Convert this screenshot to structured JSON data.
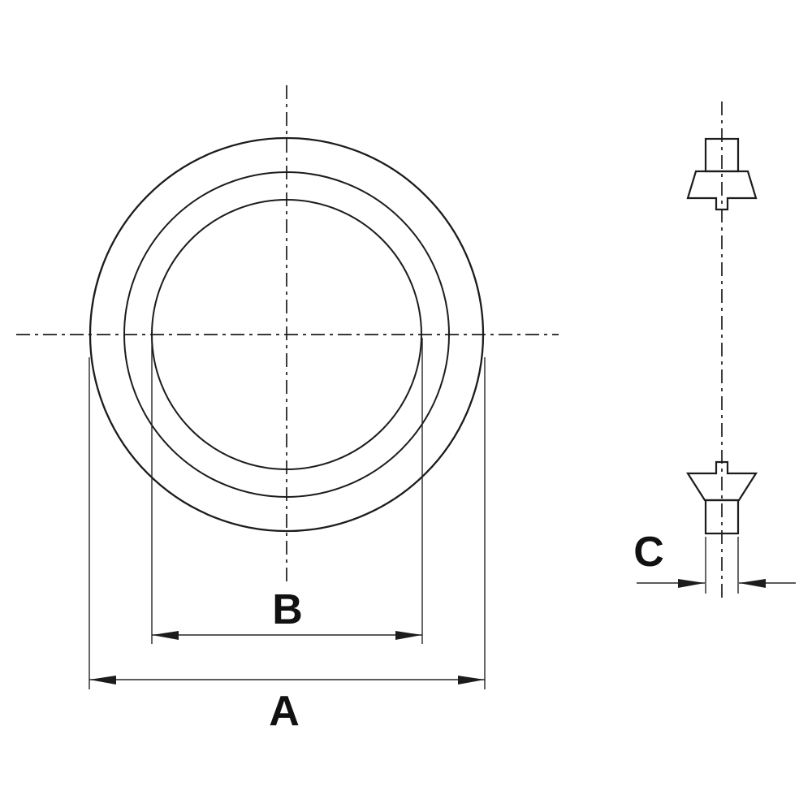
{
  "drawing": {
    "labels": {
      "outer_diameter": "A",
      "bore_diameter": "B",
      "section_width": "C"
    },
    "colors": {
      "background": "#ffffff",
      "line": "#1c1c1c",
      "rubber_fill": "#b2c8e2",
      "hatch_line": "#2e2e2e"
    }
  }
}
